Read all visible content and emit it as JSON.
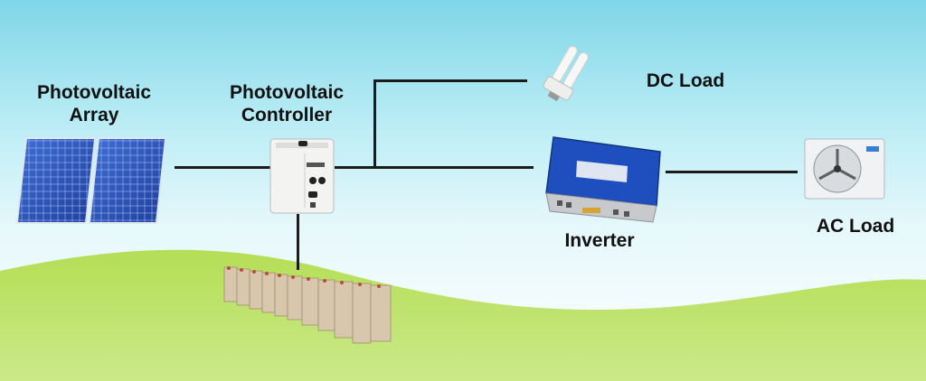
{
  "labels": {
    "pv_array": [
      "Photovoltaic",
      "Array"
    ],
    "pv_controller": [
      "Photovoltaic",
      "Controller"
    ],
    "dc_load": "DC Load",
    "inverter": "Inverter",
    "ac_load": "AC Load"
  },
  "components": {
    "solar_panel": "solar-panel-icon",
    "controller": "charge-controller-icon",
    "battery_bank": "battery-bank-icon",
    "dc_lamp": "cfl-bulb-icon",
    "inverter": "inverter-icon",
    "ac_unit": "ac-outdoor-unit-icon"
  },
  "colors": {
    "sky": "#8fdbea",
    "grass": "#a8d84e",
    "panel": "#2a50b8",
    "inverter_body": "#1f4fbf",
    "wire": "#1c1c1c"
  }
}
